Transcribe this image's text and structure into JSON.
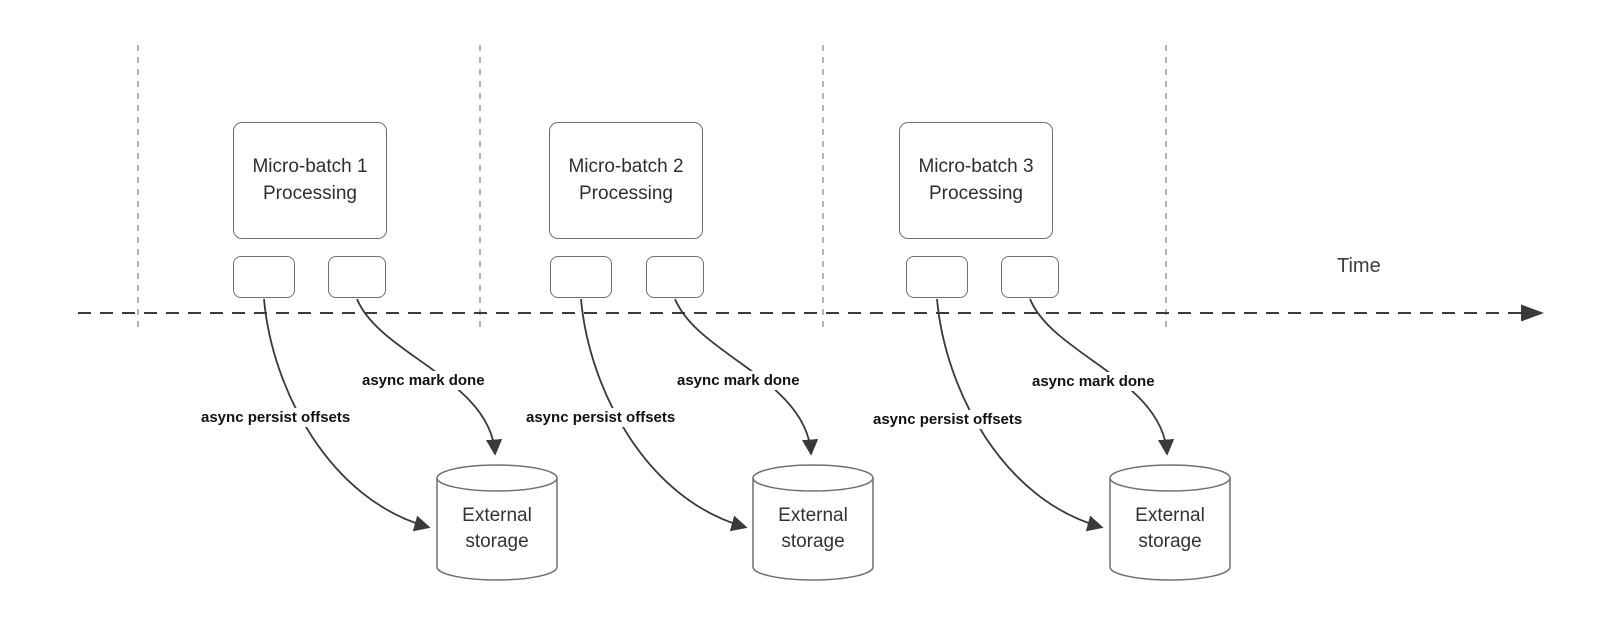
{
  "diagram": {
    "time_label": "Time",
    "groups": [
      {
        "batch_label": "Micro-batch 1 Processing",
        "persist_label": "async persist offsets",
        "mark_done_label": "async mark done",
        "storage_label": "External storage"
      },
      {
        "batch_label": "Micro-batch 2 Processing",
        "persist_label": "async persist offsets",
        "mark_done_label": "async mark done",
        "storage_label": "External storage"
      },
      {
        "batch_label": "Micro-batch 3 Processing",
        "persist_label": "async persist offsets",
        "mark_done_label": "async mark done",
        "storage_label": "External storage"
      }
    ],
    "colors": {
      "line_dark": "#3a3a3a",
      "line_light": "#b3b3b3",
      "box_border": "#6f6f6f"
    }
  }
}
